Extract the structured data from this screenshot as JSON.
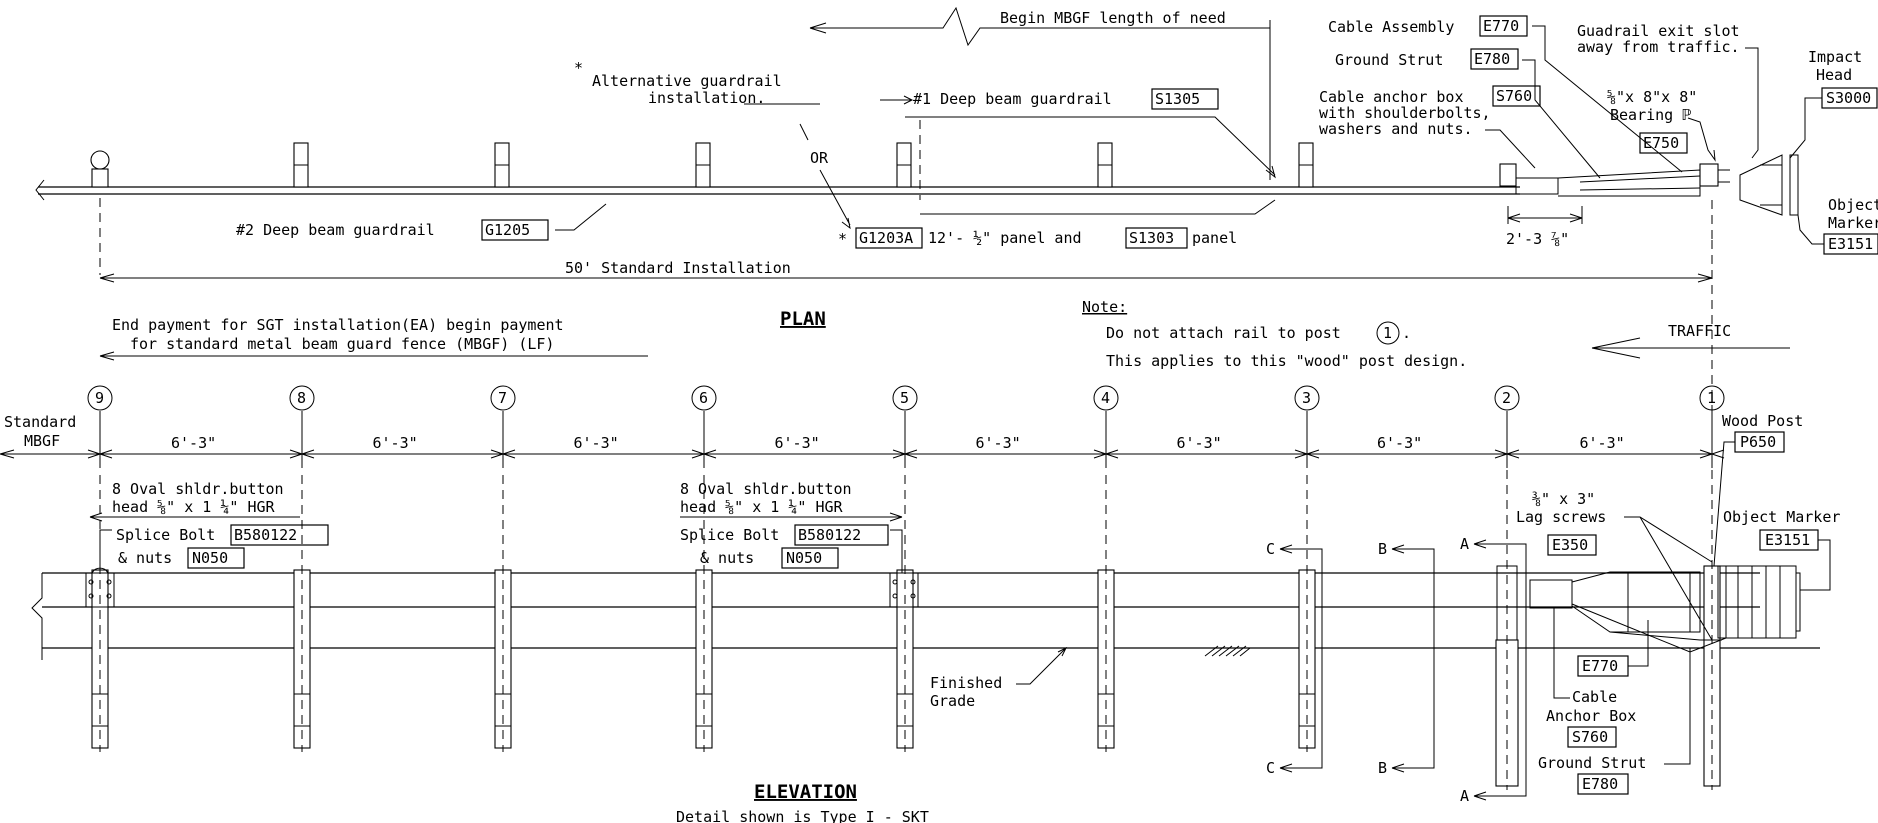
{
  "plan": {
    "title": "PLAN",
    "los_label": "Begin MBGF length of need",
    "alt_note_line1": "Alternative guardrail",
    "alt_note_line2": "installation.",
    "asterisk": "*",
    "or_label": "OR",
    "deep_beam_1_prefix": "#1 Deep beam guardrail",
    "deep_beam_1_code": "S1305",
    "deep_beam_2_prefix": "#2 Deep beam guardrail",
    "deep_beam_2_code": "G1205",
    "alt_panel_code_a": "G1203A",
    "alt_panel_mid": "12'- ½\" panel and",
    "alt_panel_code_b": "S1303",
    "alt_panel_suffix": "panel",
    "cable_assembly_label": "Cable Assembly",
    "cable_assembly_code": "E770",
    "ground_strut_label": "Ground Strut",
    "ground_strut_code": "E780",
    "anchor_box_line1": "Cable anchor box",
    "anchor_box_code": "S760",
    "anchor_box_line2": "with shoulderbolts,",
    "anchor_box_line3": "washers and nuts.",
    "bearing_line1": "⅝\"x 8\"x 8\"",
    "bearing_line2": "Bearing ℙ",
    "bearing_code": "E750",
    "exit_slot_line1": "Guadrail exit slot",
    "exit_slot_line2": "away from traffic.",
    "impact_line1": "Impact",
    "impact_line2": "Head",
    "impact_code": "S3000",
    "object_marker_line1": "Object",
    "object_marker_line2": "Marker",
    "object_marker_code": "E3151",
    "dim_anchor": "2'-3 ⅞\"",
    "dim_standard": "50' Standard Installation",
    "end_payment_line1": "End payment for SGT installation(EA) begin payment",
    "end_payment_line2": "for standard metal beam guard fence (MBGF) (LF)",
    "note_title": "Note:",
    "note_line1": "Do not attach rail to post",
    "note_post": "1",
    "note_line1_end": ".",
    "note_line2": "This applies to this \"wood\" post design.",
    "traffic_label": "TRAFFIC"
  },
  "elevation": {
    "title": "ELEVATION",
    "subtitle": "Detail shown is Type I - SKT",
    "standard_mbgf_line1": "Standard",
    "standard_mbgf_line2": "MBGF",
    "post_numbers": [
      "9",
      "8",
      "7",
      "6",
      "5",
      "4",
      "3",
      "2",
      "1"
    ],
    "spacings": [
      "6'-3\"",
      "6'-3\"",
      "6'-3\"",
      "6'-3\"",
      "6'-3\"",
      "6'-3\"",
      "6'-3\"",
      "6'-3\""
    ],
    "wood_post_label": "Wood Post",
    "wood_post_code": "P650",
    "bolt_note_line1": "8 Oval shldr.button",
    "bolt_note_line2": "head ⅝\" x 1 ¼\" HGR",
    "splice_bolt_label": "Splice Bolt",
    "splice_bolt_code": "B580122",
    "nuts_label": "& nuts",
    "nuts_code": "N050",
    "lag_line1": "⅜\" x 3\"",
    "lag_line2": "Lag screws",
    "lag_code": "E350",
    "object_marker_label": "Object Marker",
    "object_marker_code": "E3151",
    "section_c": "C",
    "section_b": "B",
    "section_a": "A",
    "finished_grade_line1": "Finished",
    "finished_grade_line2": "Grade",
    "cable_code": "E770",
    "cable_label_line1": "Cable",
    "cable_label_line2": "Anchor Box",
    "cable_box_code": "S760",
    "ground_strut_label": "Ground Strut",
    "ground_strut_code": "E780"
  }
}
